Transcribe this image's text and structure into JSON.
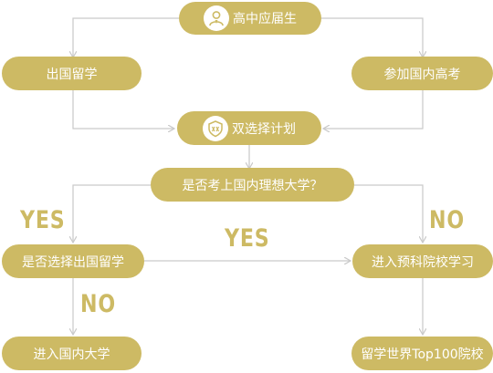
{
  "nodes": {
    "graduate": "高中应届生",
    "study_abroad": "出国留学",
    "gaokao": "参加国内高考",
    "dual_choice": "双选择计划",
    "question": "是否考上国内理想大学？",
    "choose_abroad": "是否选择出国留学",
    "prep_school": "进入预科院校学习",
    "domestic_univ": "进入国内大学",
    "top100": "留学世界Top100院校"
  },
  "labels": {
    "yes_left": "YES",
    "yes_mid": "YES",
    "no_right": "NO",
    "no_bottom": "NO"
  },
  "icons": {
    "graduate": "student-icon",
    "dual_choice": "shield-badge-icon"
  },
  "colors": {
    "accent": "#cdba64",
    "connector": "#c9c9c9",
    "text_on_node": "#ffffff"
  }
}
